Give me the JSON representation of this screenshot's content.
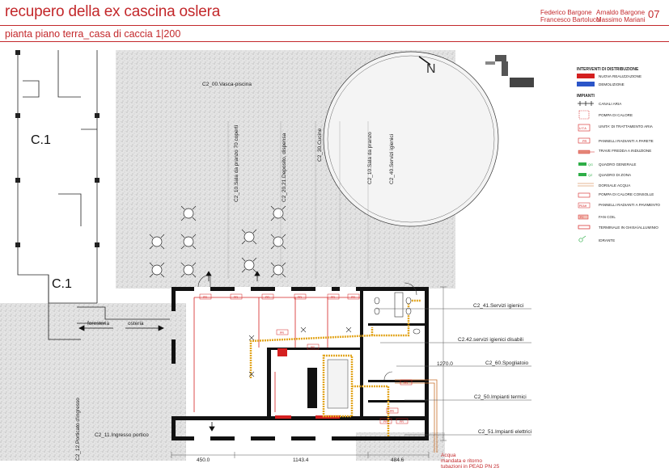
{
  "header": {
    "title": "recupero della ex cascina oslera",
    "subtitle": "pianta piano terra_casa di caccia 1|200",
    "authors_left": [
      "Federico Bargone",
      "Francesco Bartolucci"
    ],
    "authors_right": [
      "Arnaldo Bargone",
      "Massimo Mariani"
    ],
    "page_number": "07"
  },
  "plan": {
    "north": "N",
    "block_labels": [
      "C.1",
      "C.1"
    ],
    "room_labels": [
      "C2_00.Vasca-piscina",
      "C2_10.Sala da pranzo 70 coperti",
      "C2_20,21.Deposito, dispensa",
      "C2_30.Cucine",
      "C2_10.Sala da pranzo",
      "C2_40.Servizi igienici",
      "C2_12.Porticato d'ingresso",
      "C2_11.Ingresso portico"
    ],
    "right_labels": [
      "C2_41.Servizi igienici",
      "C2.42.servizi igienici disabili",
      "C2_60.Spogliatoio",
      "C2_50.Impianti termici",
      "C2_51.Impianti elettrici"
    ],
    "arrows": {
      "left": "foresteria",
      "right": "osteria"
    },
    "dimensions": [
      "450.0",
      "1143.4",
      "484.6",
      "1270.0"
    ],
    "notes": [
      "Acqua",
      "mandata e ritorno",
      "tubazioni in PEAD PN 25"
    ],
    "tags": [
      "PR",
      "PR",
      "PR",
      "PR",
      "PR",
      "PR",
      "PR",
      "PR",
      "PR",
      "PR",
      "PR",
      "PR"
    ]
  },
  "legend": {
    "heading_distribution": "INTERVENTI DI DISTRIBUZIONE",
    "distribution": [
      {
        "label": "NUOVA REALIZZAZIONE",
        "color": "#d42020"
      },
      {
        "label": "DEMOLIZIONE",
        "color": "#2b55c8"
      }
    ],
    "heading_systems": "IMPIANTI",
    "systems": [
      {
        "label": "CANALI ARIA",
        "symbol": "canali"
      },
      {
        "label": "POMPA DI CALORE",
        "symbol": "pompa"
      },
      {
        "label": "UNITA' DI TRATTAMENTO ARIA",
        "symbol": "uta"
      },
      {
        "label": "PANNELLI RADIANTI A PARETE",
        "symbol": "pr"
      },
      {
        "label": "TRAVE FREDDA A INDUZIONE",
        "symbol": "trave"
      },
      {
        "label": "QUADRO GENERALE",
        "symbol": "qg"
      },
      {
        "label": "QUADRO DI ZONA",
        "symbol": "qz"
      },
      {
        "label": "DORSALE ACQUA",
        "symbol": "dorsale"
      },
      {
        "label": "POMPA DI CALORE CONSOLLE",
        "symbol": "pompa2"
      },
      {
        "label": "PANNELLI RADIANTI A PAVIMENTO",
        "symbol": "peah"
      },
      {
        "label": "FAN COIL",
        "symbol": "fancoil"
      },
      {
        "label": "TERMINALE IN GHISA/ALLUMINIO",
        "symbol": "terminale"
      },
      {
        "label": "IDRANTE",
        "symbol": "idrante"
      }
    ],
    "symbol_texts": {
      "uta": "U.T.A",
      "pr": "PR",
      "qg": "QG",
      "qz": "QZ",
      "peah": "PEAH",
      "fancoil": "FC"
    }
  }
}
